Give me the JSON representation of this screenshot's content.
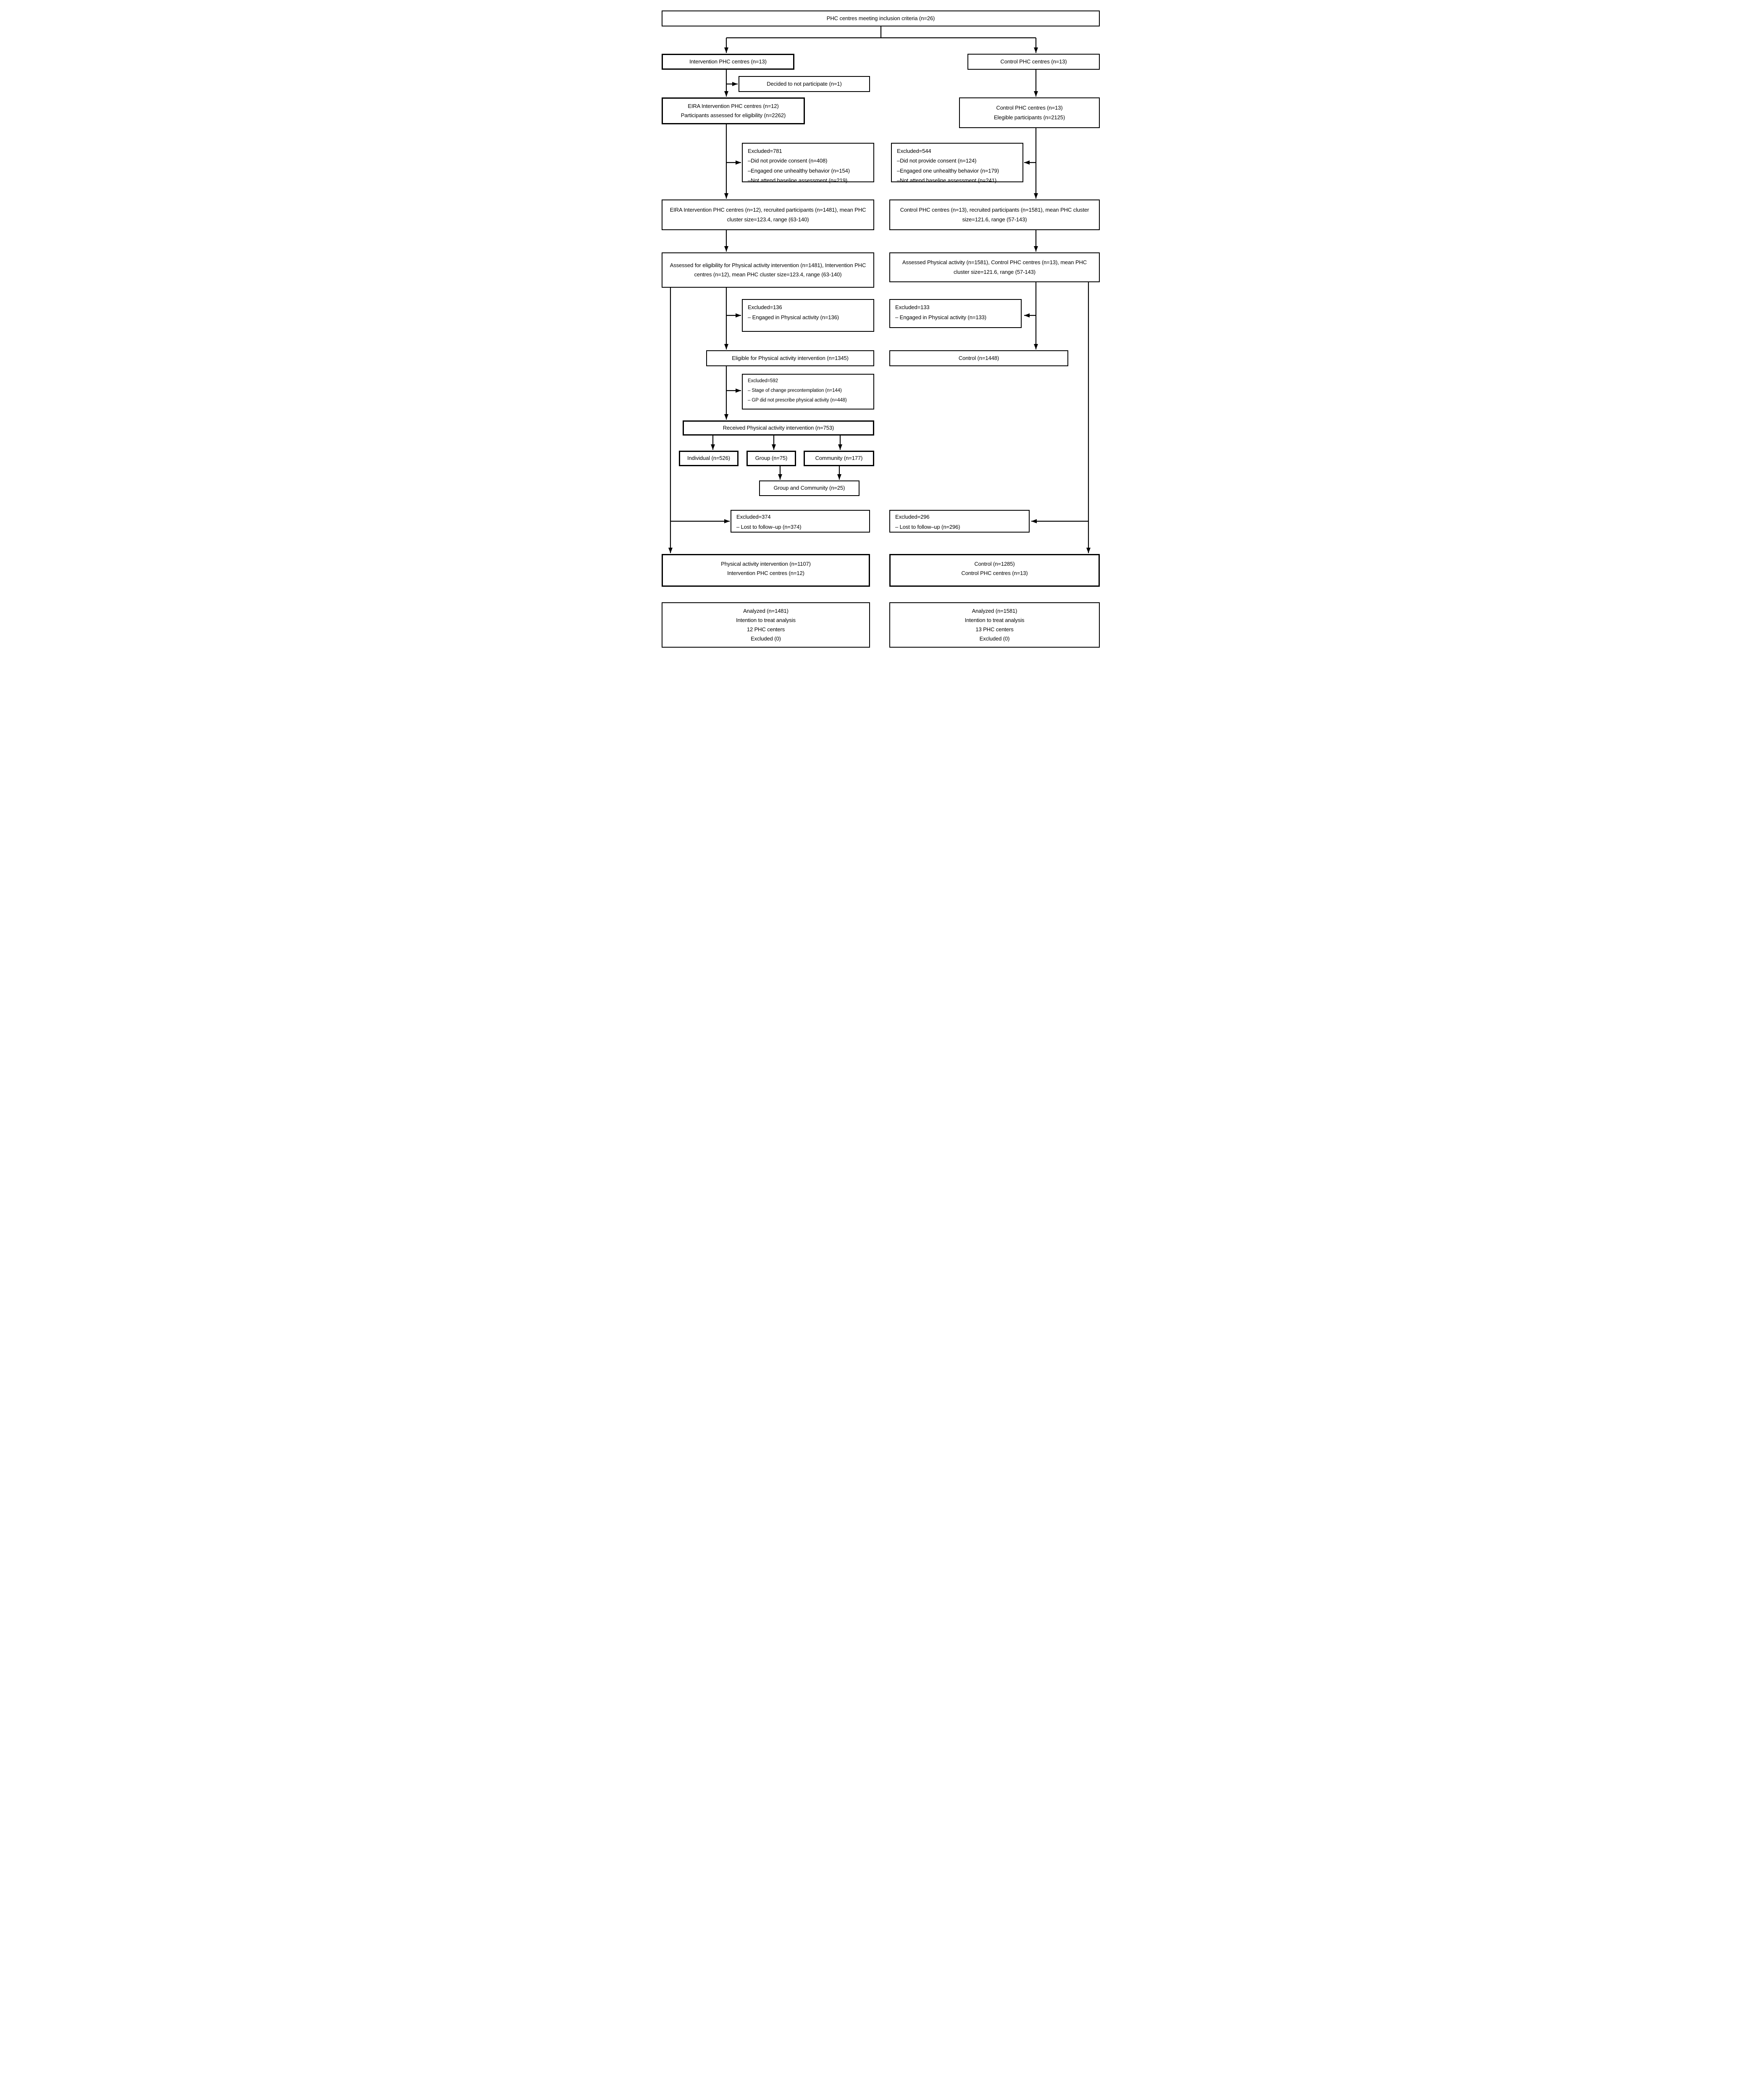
{
  "colors": {
    "background": "#ffffff",
    "line": "#000000",
    "box_fill": "#ffffff"
  },
  "diagram_type": "consort-flowchart",
  "nodes": {
    "top": {
      "text": "PHC centres meeting inclusion criteria (n=26)"
    },
    "interv": {
      "text": "Intervention PHC centres (n=13)"
    },
    "control": {
      "text": "Control PHC centres (n=13)"
    },
    "decided": {
      "text": "Decided to not participate (n=1)"
    },
    "eira": {
      "text": "EIRA Intervention PHC centres (n=12)\nParticipants assessed for eligibility (n=2262)"
    },
    "ctrl_elig": {
      "text": "Control PHC centres (n=13)\nElegible participants (n=2125)"
    },
    "excl781": {
      "text": "Excluded=781\n–Did not provide consent (n=408)\n–Engaged one unhealthy behavior (n=154)\n–Not attend baseline assessment (n=219)"
    },
    "excl544": {
      "text": "Excluded=544\n–Did not provide consent (n=124)\n–Engaged one unhealthy behavior (n=179)\n–Not attend baseline assessment (n=241)"
    },
    "recr_int": {
      "text": "EIRA Intervention PHC centres (n=12), recruited participants (n=1481), mean PHC cluster size=123.4, range (63-140)"
    },
    "recr_ctrl": {
      "text": "Control PHC centres (n=13), recruited participants (n=1581), mean PHC cluster size=121.6, range (57-143)"
    },
    "assess_int": {
      "text": "Assessed for eligibility for Physical activity intervention (n=1481), Intervention PHC centres (n=12), mean PHC cluster size=123.4, range (63-140)"
    },
    "assess_ctrl": {
      "text": "Assessed Physical activity (n=1581), Control PHC centres (n=13), mean PHC cluster size=121.6, range (57-143)"
    },
    "excl136": {
      "text": "Excluded=136\n– Engaged in Physical activity (n=136)"
    },
    "excl133": {
      "text": "Excluded=133\n– Engaged in Physical activity (n=133)"
    },
    "eligible": {
      "text": "Eligible for Physical activity intervention (n=1345)"
    },
    "ctrl1448": {
      "text": "Control (n=1448)"
    },
    "excl592": {
      "text": "Excluded=592\n– Stage of change precontemplation (n=144)\n– GP did not prescribe physical activity (n=448)"
    },
    "received": {
      "text": "Received Physical activity intervention (n=753)"
    },
    "individual": {
      "text": "Individual (n=526)"
    },
    "group": {
      "text": "Group (n=75)"
    },
    "community": {
      "text": "Community (n=177)"
    },
    "group_comm": {
      "text": "Group and Community (n=25)"
    },
    "excl374": {
      "text": "Excluded=374\n– Lost to follow–up (n=374)"
    },
    "excl296": {
      "text": "Excluded=296\n– Lost to follow–up (n=296)"
    },
    "final_int": {
      "text": "Physical activity intervention (n=1107)\nIntervention PHC centres (n=12)"
    },
    "final_ctrl": {
      "text": "Control (n=1285)\nControl PHC centres (n=13)"
    },
    "ana_int": {
      "text": "Analyzed (n=1481)\nIntention to treat analysis\n12 PHC centers\nExcluded (0)"
    },
    "ana_ctrl": {
      "text": "Analyzed (n=1581)\nIntention to treat analysis\n13 PHC centers\nExcluded (0)"
    }
  }
}
